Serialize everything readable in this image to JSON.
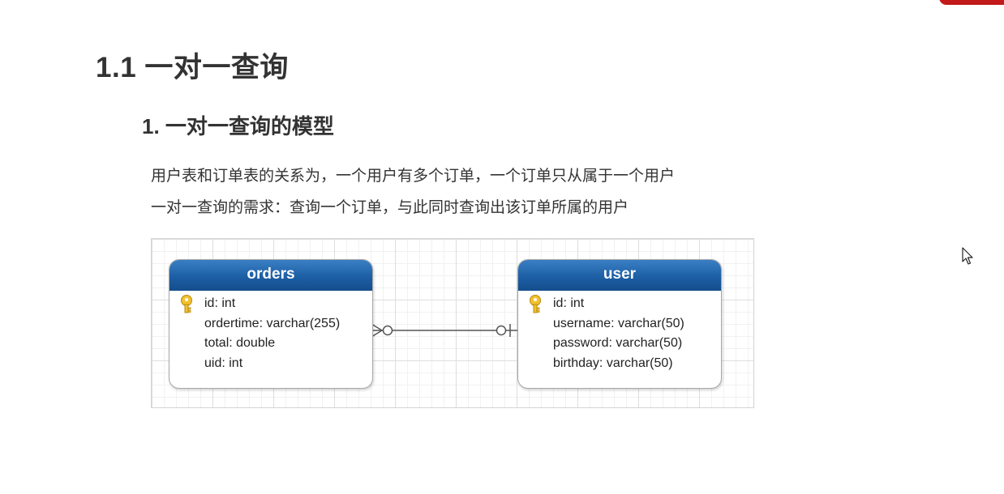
{
  "heading": "1.1 一对一查询",
  "subheading": "1. 一对一查询的模型",
  "paragraphs": [
    "用户表和订单表的关系为，一个用户有多个订单，一个订单只从属于一个用户",
    "一对一查询的需求：查询一个订单，与此同时查询出该订单所属的用户"
  ],
  "diagram": {
    "orders": {
      "title": "orders",
      "fields": [
        "id: int",
        "ordertime: varchar(255)",
        "total: double",
        "uid: int"
      ]
    },
    "user": {
      "title": "user",
      "fields": [
        "id: int",
        "username: varchar(50)",
        "password: varchar(50)",
        "birthday: varchar(50)"
      ]
    },
    "header_color": "#1d5fa5",
    "key_icon": "key-icon",
    "relationship": "many-to-one"
  },
  "cursor": "mouse-pointer-icon",
  "accent_color": "#c21a1a"
}
